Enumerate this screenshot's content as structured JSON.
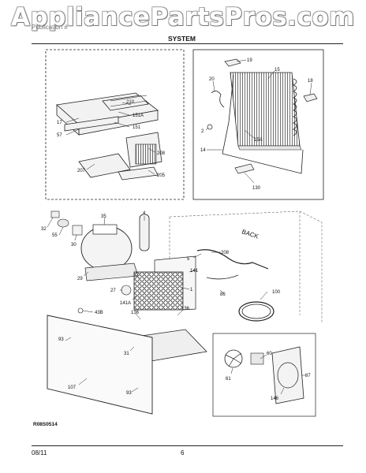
{
  "watermark": "AppliancePartsPros.com",
  "header": {
    "subheading": "Publication #",
    "title": "SYSTEM"
  },
  "footer": {
    "date": "08/11",
    "page": "6"
  },
  "diagram": {
    "drawing_id": "R08S0514",
    "back_label": "BACK",
    "panel_a_callouts": [
      "210",
      "151A",
      "17",
      "151",
      "57",
      "208",
      "207",
      "205"
    ],
    "panel_b_callouts": [
      "19",
      "15",
      "18",
      "20",
      "2",
      "15A",
      "14",
      "130"
    ],
    "lower_callouts": [
      "32",
      "55",
      "30",
      "35",
      "4",
      "208",
      "5",
      "29",
      "141",
      "27",
      "1",
      "141A",
      "86",
      "100",
      "43B",
      "136",
      "136",
      "93",
      "31",
      "60",
      "61",
      "87",
      "107",
      "93",
      "146"
    ]
  }
}
